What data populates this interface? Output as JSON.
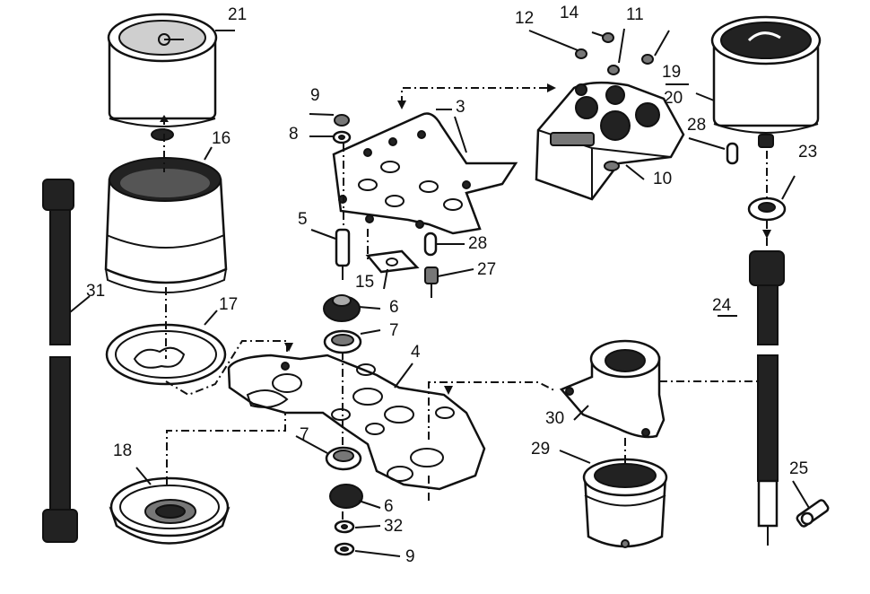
{
  "diagram": {
    "callouts": [
      {
        "key": "21",
        "label": "21"
      },
      {
        "key": "16",
        "label": "16"
      },
      {
        "key": "31",
        "label": "31"
      },
      {
        "key": "17",
        "label": "17"
      },
      {
        "key": "18",
        "label": "18"
      },
      {
        "key": "9a",
        "label": "9"
      },
      {
        "key": "8",
        "label": "8"
      },
      {
        "key": "3",
        "label": "3"
      },
      {
        "key": "5",
        "label": "5"
      },
      {
        "key": "28a",
        "label": "28"
      },
      {
        "key": "27",
        "label": "27"
      },
      {
        "key": "15",
        "label": "15"
      },
      {
        "key": "6a",
        "label": "6"
      },
      {
        "key": "7a",
        "label": "7"
      },
      {
        "key": "4",
        "label": "4"
      },
      {
        "key": "7b",
        "label": "7"
      },
      {
        "key": "6b",
        "label": "6"
      },
      {
        "key": "32",
        "label": "32"
      },
      {
        "key": "9b",
        "label": "9"
      },
      {
        "key": "12",
        "label": "12"
      },
      {
        "key": "14",
        "label": "14"
      },
      {
        "key": "11",
        "label": "11"
      },
      {
        "key": "19",
        "label": "19"
      },
      {
        "key": "20",
        "label": "20"
      },
      {
        "key": "28b",
        "label": "28"
      },
      {
        "key": "10",
        "label": "10"
      },
      {
        "key": "23",
        "label": "23"
      },
      {
        "key": "24",
        "label": "24"
      },
      {
        "key": "30",
        "label": "30"
      },
      {
        "key": "29",
        "label": "29"
      },
      {
        "key": "25",
        "label": "25"
      }
    ]
  }
}
